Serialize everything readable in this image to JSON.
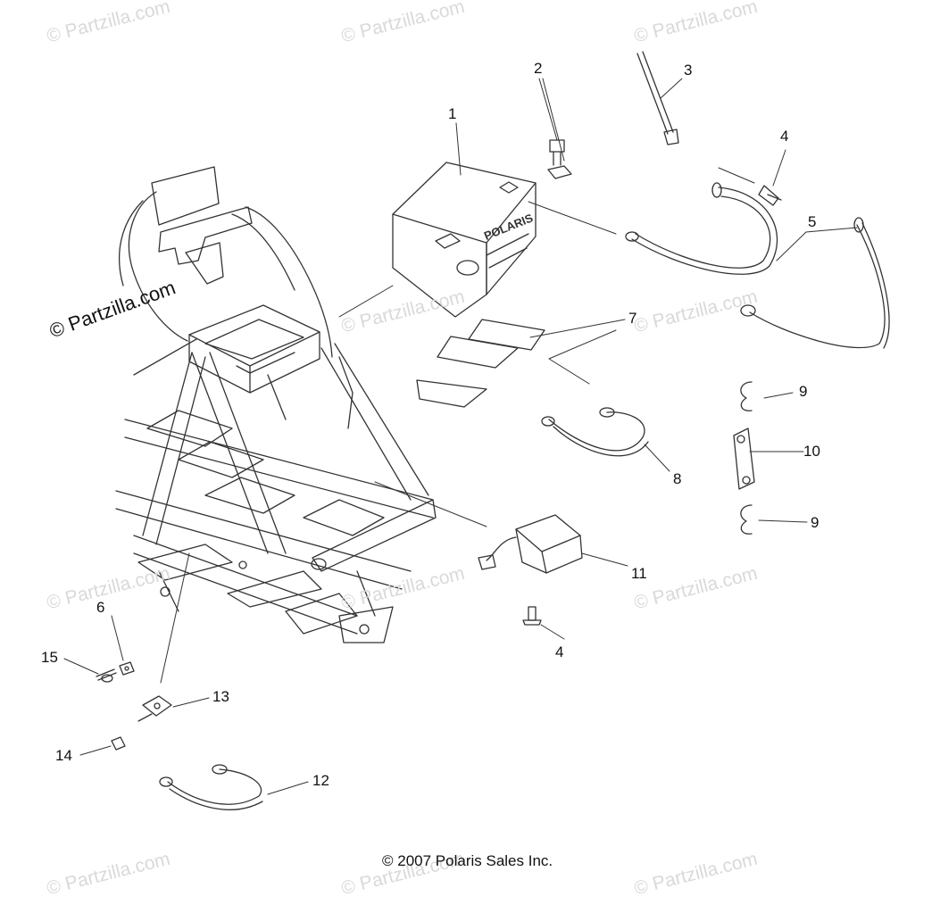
{
  "watermark": {
    "faint_text": "© Partzilla.com",
    "strong_text": "© Partzilla.com"
  },
  "copyright": "© 2007 Polaris Sales Inc.",
  "battery_label": "POLARIS",
  "callouts": [
    "1",
    "2",
    "3",
    "4",
    "5",
    "6",
    "7",
    "8",
    "9",
    "10",
    "11",
    "12",
    "13",
    "14",
    "15"
  ],
  "callout_extra": {
    "four_b": "4",
    "nine_b": "9"
  },
  "colors": {
    "line": "#333333",
    "watermark": "#d9d9d9"
  }
}
